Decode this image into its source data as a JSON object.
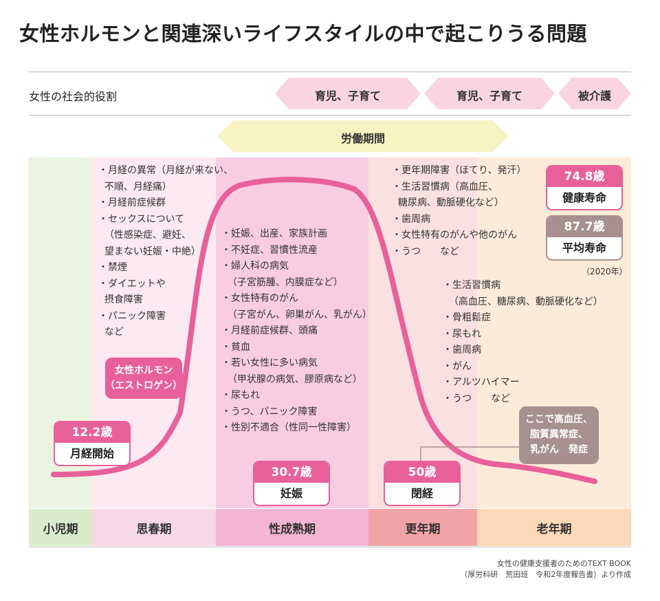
{
  "title": "女性ホルモンと関連深いライフスタイルの中で起こりうる問題",
  "roles": {
    "label": "女性の社会的役割",
    "arrows": [
      "育児、子育て",
      "育児、子育て",
      "被介護"
    ],
    "labor": "労働期間"
  },
  "stages": [
    "小児期",
    "思春期",
    "性成熟期",
    "更年期",
    "老年期"
  ],
  "lists": {
    "puberty": "・月経の異常（月経が来ない、\n  不順、月経痛）\n・月経前症候群\n・セックスについて\n  （性感染症、避妊、\n  望まない妊娠・中絶）\n・禁煙\n・ダイエットや\n  摂食障害\n・パニック障害\n  など",
    "maturity": "・妊娠、出産、家族計画\n・不妊症、習慣性流産\n・婦人科の病気\n  （子宮筋腫、内膜症など）\n・女性特有のがん\n  （子宮がん、卵巣がん、乳がん）\n・月経前症候群、頭痛\n・貧血\n・若い女性に多い病気\n  （甲状腺の病気、膠原病など）\n・尿もれ\n・うつ、パニック障害\n・性別不適合（性同一性障害）",
    "menopause": "・更年期障害（ほてり、発汗）\n・生活習慣病（高血圧、\n  糖尿病、動脈硬化など）\n・歯周病\n・女性特有のがんや他のがん\n・うつ　　など",
    "elderly": "・生活習慣病\n  （高血圧、糖尿病、動脈硬化など）\n・骨粗鬆症\n・尿もれ\n・歯周病\n・がん\n・アルツハイマー\n・うつ　　など"
  },
  "badges": {
    "menarche": {
      "age": "12.2歳",
      "label": "月経開始"
    },
    "pregnancy": {
      "age": "30.7歳",
      "label": "妊娠"
    },
    "menopause": {
      "age": "50歳",
      "label": "閉経"
    },
    "healthy_life": {
      "age": "74.8歳",
      "label": "健康寿命"
    },
    "avg_life": {
      "age": "87.7歳",
      "label": "平均寿命"
    }
  },
  "year_note": "（2020年）",
  "callouts": {
    "hormone": "女性ホルモン\n（エストロゲン）",
    "onset": "ここで高血圧、\n脂質異常症、\n乳がん　発症"
  },
  "source": "女性の健康支援者のためのTEXT BOOK\n（厚労科研　荒田班　令和2年度報告書）より作成",
  "colors": {
    "pink_main": "#e8609a",
    "child": "#d8eccb",
    "puberty": "#f7d8e6",
    "maturity": "#f3b5d3",
    "menopause": "#f3a4a8",
    "elderly": "#fbd8b7",
    "arrow_pink": "#f9d6df",
    "arrow_yellow": "#f7f3c2",
    "gray_badge": "#a89090"
  }
}
